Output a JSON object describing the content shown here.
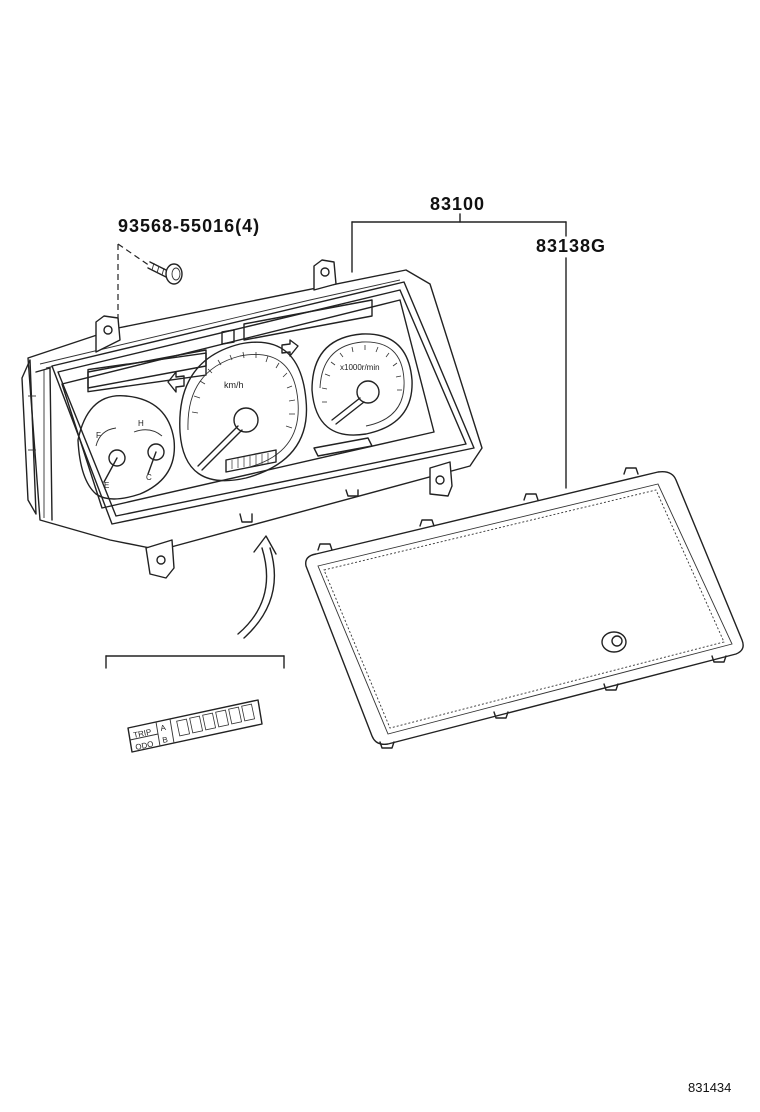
{
  "labels": {
    "assembly": "83100",
    "lens": "83138G",
    "screw": "93568-55016(4)"
  },
  "gauges": {
    "speed_unit": "km/h",
    "tach_unit": "x1000r/min",
    "temp_hot": "H",
    "temp_cold": "C",
    "fuel_full": "F",
    "fuel_empty": "E"
  },
  "odometer_inset": {
    "trip": "TRIP",
    "odo": "ODO",
    "a": "A",
    "b": "B"
  },
  "drawing_number": "831434"
}
